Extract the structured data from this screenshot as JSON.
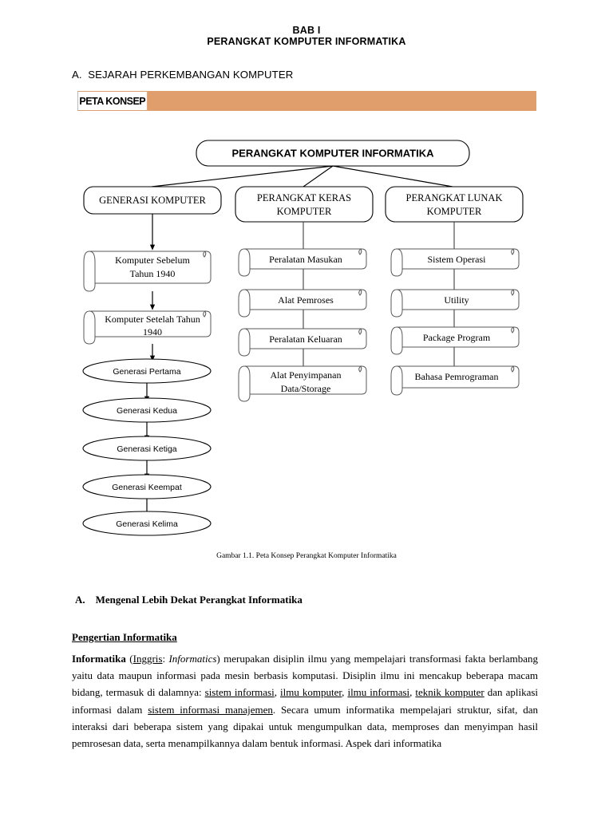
{
  "document": {
    "bab_title": "BAB I",
    "doc_title": "PERANGKAT KOMPUTER INFORMATIKA",
    "section_a_heading": "A.  SEJARAH PERKEMBANGAN KOMPUTER",
    "banner_label": "PETA KONSEP",
    "banner_color": "#df9e6c",
    "figure_caption": "Gambar 1.1. Peta Konsep Perangkat Komputer Informatika",
    "subsection_a_heading": "A.    Mengenal Lebih Dekat Perangkat Informatika",
    "pengertian_heading": "Pengertian Informatika"
  },
  "diagram": {
    "root": "PERANGKAT KOMPUTER INFORMATIKA",
    "branches": [
      {
        "title_line1": "GENERASI KOMPUTER",
        "title_line2": ""
      },
      {
        "title_line1": "PERANGKAT KERAS",
        "title_line2": "KOMPUTER"
      },
      {
        "title_line1": "PERANGKAT LUNAK",
        "title_line2": "KOMPUTER"
      }
    ],
    "column_left": {
      "documents": [
        {
          "line1": "Komputer Sebelum",
          "line2": "Tahun 1940"
        },
        {
          "line1": "Komputer Setelah Tahun",
          "line2": "1940"
        }
      ],
      "generations": [
        "Generasi Pertama",
        "Generasi Kedua",
        "Generasi Ketiga",
        "Generasi Keempat",
        "Generasi Kelima"
      ]
    },
    "column_middle": {
      "documents": [
        {
          "line1": "Peralatan Masukan",
          "line2": ""
        },
        {
          "line1": "Alat Pemroses",
          "line2": ""
        },
        {
          "line1": "Peralatan Keluaran",
          "line2": ""
        },
        {
          "line1": "Alat Penyimpanan",
          "line2": "Data/Storage"
        }
      ]
    },
    "column_right": {
      "documents": [
        {
          "line1": "Sistem Operasi",
          "line2": ""
        },
        {
          "line1": "Utility",
          "line2": ""
        },
        {
          "line1": "Package Program",
          "line2": ""
        },
        {
          "line1": "Bahasa Pemrograman",
          "line2": ""
        }
      ]
    }
  },
  "body": {
    "paragraph_html": "<b>Informatika</b> (<u>Inggris</u>: <i>Informatics</i>) merupakan disiplin ilmu yang mempelajari transformasi fakta berlambang yaitu data maupun informasi pada mesin berbasis komputasi. Disiplin ilmu ini mencakup beberapa macam bidang, termasuk di dalamnya: <u>sistem informasi</u>, <u>ilmu komputer</u>, <u>ilmu informasi</u>, <u>teknik komputer</u> dan aplikasi informasi dalam <u>sistem informasi manajemen</u>. Secara umum informatika mempelajari struktur, sifat, dan interaksi dari beberapa sistem yang dipakai untuk mengumpulkan data, memproses dan menyimpan hasil pemrosesan data, serta menampilkannya dalam bentuk informasi. Aspek dari informatika"
  }
}
